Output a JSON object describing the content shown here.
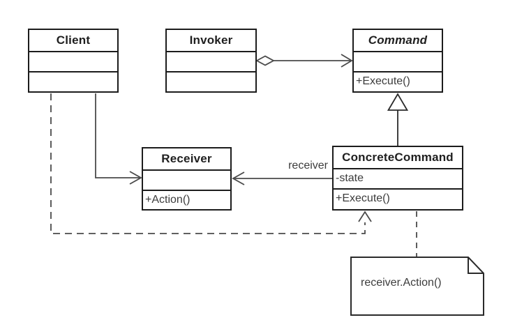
{
  "diagram": {
    "kind": "uml-class-diagram",
    "pattern": "Command"
  },
  "colors": {
    "background": "#ffffff",
    "box_border": "#1c1c1c",
    "box_fill": "#ffffff",
    "connector": "#4a4a4a",
    "title_text": "#1f1f1f",
    "member_text": "#3c3c3c"
  },
  "classes": {
    "client": {
      "name": "Client",
      "attributes": "",
      "methods": ""
    },
    "invoker": {
      "name": "Invoker",
      "attributes": "",
      "methods": ""
    },
    "command": {
      "name": "Command",
      "attributes": "",
      "methods": "+Execute()",
      "abstract": true
    },
    "receiver": {
      "name": "Receiver",
      "attributes": "",
      "methods": "+Action()"
    },
    "concrete_command": {
      "name": "ConcreteCommand",
      "attributes": "-state",
      "methods": "+Execute()"
    }
  },
  "edge_labels": {
    "receiver_role": "receiver"
  },
  "note": {
    "text": "receiver.Action()"
  },
  "relationships": [
    {
      "type": "aggregation",
      "from": "Invoker",
      "to": "Command",
      "style": "solid",
      "marker": "hollow-diamond + open-arrow"
    },
    {
      "type": "generalization",
      "from": "ConcreteCommand",
      "to": "Command",
      "style": "solid",
      "marker": "hollow-triangle"
    },
    {
      "type": "association",
      "from": "Client",
      "to": "Receiver",
      "style": "solid",
      "marker": "open-arrow"
    },
    {
      "type": "association",
      "from": "ConcreteCommand",
      "to": "Receiver",
      "style": "solid",
      "marker": "open-arrow",
      "label": "receiver"
    },
    {
      "type": "dependency",
      "from": "Client",
      "to": "ConcreteCommand",
      "style": "dashed",
      "marker": "open-arrow"
    },
    {
      "type": "note-anchor",
      "from": "ConcreteCommand",
      "to": "note",
      "style": "dashed",
      "marker": "none"
    }
  ]
}
